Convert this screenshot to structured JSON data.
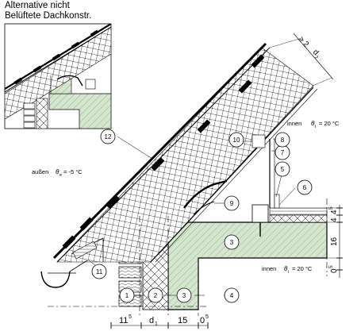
{
  "title": {
    "line1": "Alternative nicht",
    "line2": "Belüftete Dachkonstr."
  },
  "labels": {
    "outside": "außen",
    "outside_temp_sym": "θ",
    "outside_temp_sub": "e",
    "outside_temp_val": "= -5 °C",
    "inside_top": "innen",
    "inside_top_sym": "θ",
    "inside_top_sub": "i",
    "inside_top_val": "= 20 °C",
    "inside_bottom": "innen",
    "inside_bottom_sym": "θ",
    "inside_bottom_sub": "i",
    "inside_bottom_val": "= 20 °C"
  },
  "callouts": [
    "1",
    "2",
    "3",
    "3",
    "4",
    "5",
    "6",
    "7",
    "8",
    "9",
    "10",
    "11",
    "12"
  ],
  "dimensions": {
    "bottom": {
      "d1_main": "11",
      "d1_sup": "5",
      "d2_main": "d",
      "d2_sub": "1",
      "d3": "15",
      "d4_main": "0",
      "d4_sup": "5"
    },
    "right": {
      "r1_main": "4",
      "r1_sup": "5",
      "r2": "4",
      "r3": "16",
      "r4_main": "0",
      "r4_sup": "5"
    },
    "top": {
      "t1_main": "≥",
      "t1_val": "2",
      "t2_main": "d",
      "t2_sub": "2"
    }
  },
  "colors": {
    "concrete": "#d5e6cf",
    "line": "#000000",
    "background": "#ffffff"
  }
}
